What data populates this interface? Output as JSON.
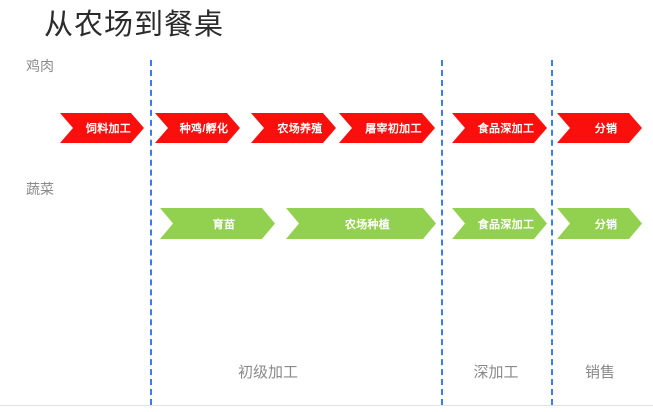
{
  "title": "从农场到餐桌",
  "rows": [
    {
      "name": "chicken",
      "label": "鸡肉",
      "color": "#fa0f0c"
    },
    {
      "name": "vegetable",
      "label": "蔬菜",
      "color": "#92d050"
    }
  ],
  "stages": [
    {
      "name": "primary-processing",
      "label": "初级加工"
    },
    {
      "name": "deep-processing",
      "label": "深加工"
    },
    {
      "name": "sales",
      "label": "销售"
    }
  ],
  "divider_color": "#3d7bf0",
  "chicken_steps": [
    {
      "label": "饲料加工"
    },
    {
      "label": "种鸡/孵化"
    },
    {
      "label": "农场养殖"
    },
    {
      "label": "屠宰初加工"
    },
    {
      "label": "食品深加工"
    },
    {
      "label": "分销"
    }
  ],
  "vegetable_steps": [
    {
      "label": "育苗"
    },
    {
      "label": "农场种植"
    },
    {
      "label": "食品深加工"
    },
    {
      "label": "分销"
    }
  ]
}
